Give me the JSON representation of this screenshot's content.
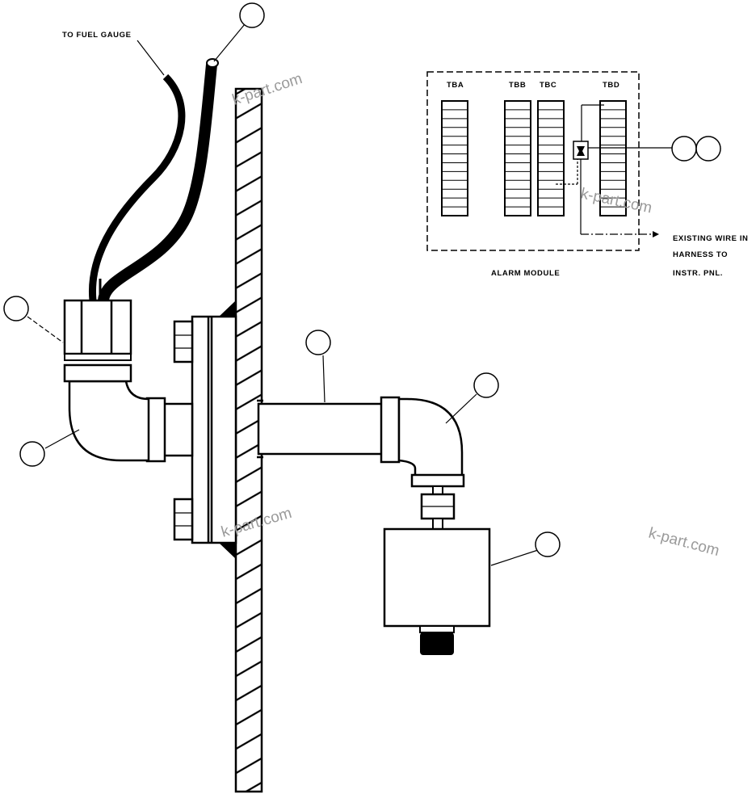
{
  "labels": {
    "fuel_gauge": "TO FUEL GAUGE",
    "alarm_module": "ALARM MODULE",
    "tba": "TBA",
    "tbb": "TBB",
    "tbc": "TBC",
    "tbd": "TBD",
    "existing_wire_1": "EXISTING WIRE IN",
    "existing_wire_2": "HARNESS TO",
    "existing_wire_3": "INSTR. PNL."
  },
  "watermark": "k-part.com"
}
